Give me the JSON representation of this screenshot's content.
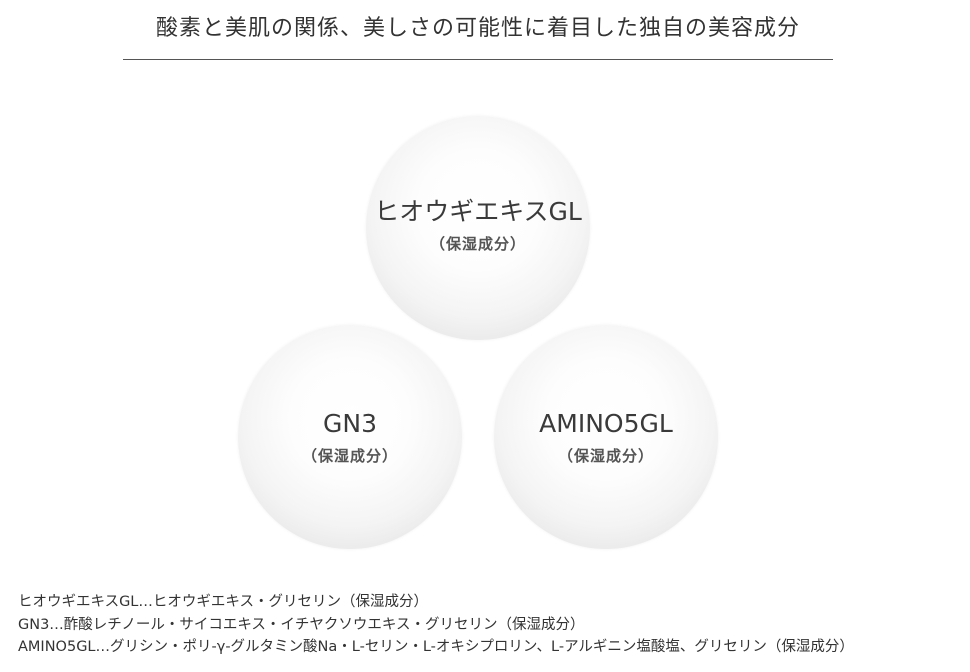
{
  "heading": "酸素と美肌の関係、美しさの可能性に着目した独自の美容成分",
  "bubbles": [
    {
      "name": "ヒオウギエキスGL",
      "sub": "（保湿成分）"
    },
    {
      "name": "GN3",
      "sub": "（保湿成分）"
    },
    {
      "name": "AMINO5GL",
      "sub": "（保湿成分）"
    }
  ],
  "ingredients": [
    "ヒオウギエキスGL…ヒオウギエキス・グリセリン（保湿成分）",
    "GN3…酢酸レチノール・サイコエキス・イチヤクソウエキス・グリセリン（保湿成分）",
    "AMINO5GL…グリシン・ポリ-γ-グルタミン酸Na・L-セリン・L-オキシプロリン、L-アルギニン塩酸塩、グリセリン（保湿成分）"
  ]
}
